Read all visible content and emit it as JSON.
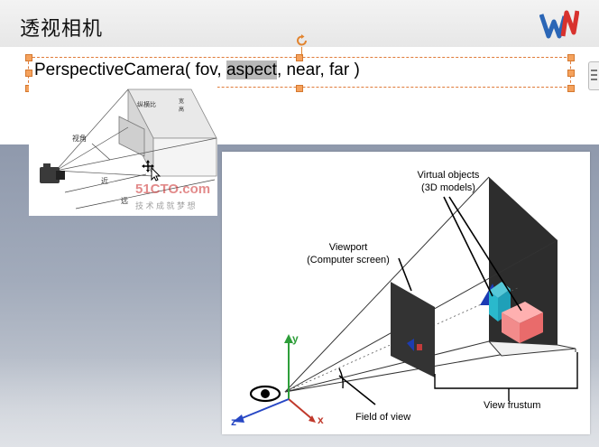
{
  "slide": {
    "title": "透视相机"
  },
  "code": {
    "prefix": "PerspectiveCamera( fov, ",
    "highlight": "aspect",
    "suffix": ", near, far )"
  },
  "small_diagram": {
    "label_view_angle": "视角",
    "label_aspect": "纵横比",
    "label_ratio_top": "宽",
    "label_ratio_bottom": "高",
    "label_near": "近",
    "label_far": "远",
    "watermark": "51CTO.com",
    "watermark_sub": "技 术 成 就 梦 想"
  },
  "large_diagram": {
    "virtual_objects_line1": "Virtual objects",
    "virtual_objects_line2": "(3D models)",
    "viewport_line1": "Viewport",
    "viewport_line2": "(Computer screen)",
    "field_of_view": "Field of view",
    "view_frustum": "View frustum",
    "axis_x": "x",
    "axis_y": "y",
    "axis_z": "z"
  },
  "colors": {
    "handle": "#f5a25d",
    "highlight": "#b8b8b8",
    "axis_x": "#c0392b",
    "axis_y": "#2e9e3a",
    "axis_z": "#2747c4"
  }
}
